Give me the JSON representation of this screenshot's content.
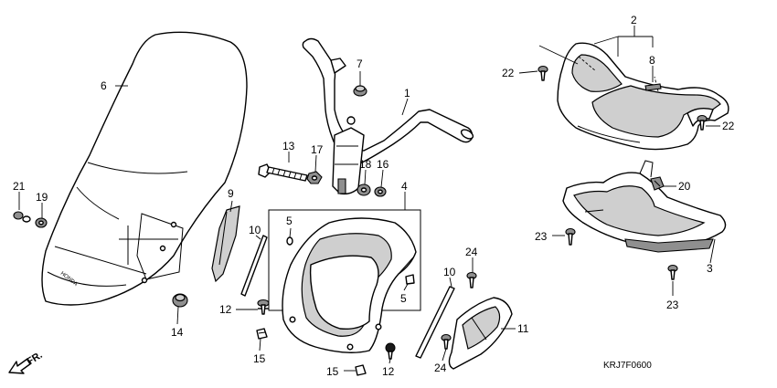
{
  "diagram_code": "KRJ7F0600",
  "front_marker": "FR.",
  "windscreen_stamp": "HONDA",
  "callouts": {
    "c1": "1",
    "c2": "2",
    "c3": "3",
    "c4": "4",
    "c5a": "5",
    "c5b": "5",
    "c6": "6",
    "c7": "7",
    "c8": "8",
    "c9": "9",
    "c10a": "10",
    "c10b": "10",
    "c11": "11",
    "c12a": "12",
    "c12b": "12",
    "c13": "13",
    "c14": "14",
    "c15a": "15",
    "c15b": "15",
    "c16": "16",
    "c17": "17",
    "c18": "18",
    "c19": "19",
    "c20": "20",
    "c21": "21",
    "c22a": "22",
    "c22b": "22",
    "c23a": "23",
    "c23b": "23",
    "c24a": "24",
    "c24b": "24"
  },
  "icons": {
    "front_arrow": "front-direction-arrow-icon"
  }
}
